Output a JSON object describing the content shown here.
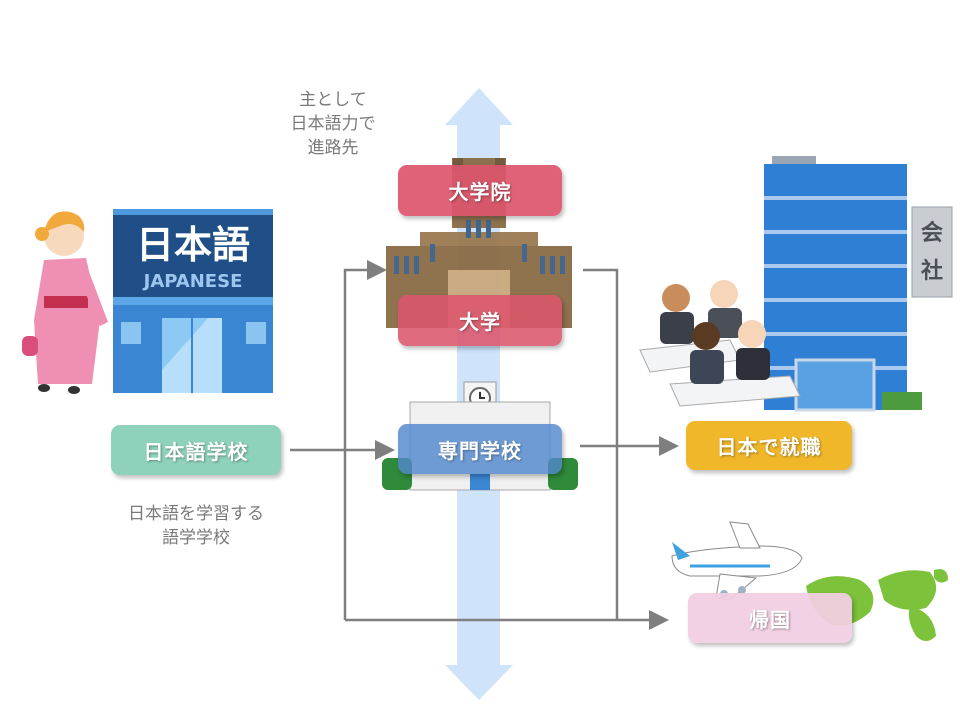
{
  "top_note": [
    "主として",
    "日本語力で",
    "進路先"
  ],
  "nodes": {
    "graduate_school": "大学院",
    "university": "大学",
    "vocational_school": "専門学校",
    "japanese_school": "日本語学校",
    "employment": "日本で就職",
    "return_home": "帰国"
  },
  "japanese_school_caption": [
    "日本語を学習する",
    "語学学校"
  ],
  "illustrations": {
    "school_sign_main": "日本語",
    "school_sign_sub": "JAPANESE",
    "company_sign": [
      "会",
      "社"
    ]
  },
  "colors": {
    "graduate_school": "#dc5a6f",
    "university": "#dc5a6f",
    "vocational_school": "#5b8fd2",
    "japanese_school": "#8ed2bb",
    "employment": "#f0b72a",
    "return_home": "#f2cde2",
    "big_arrow": "#cfe3fb",
    "connector": "#7f7f7f"
  }
}
